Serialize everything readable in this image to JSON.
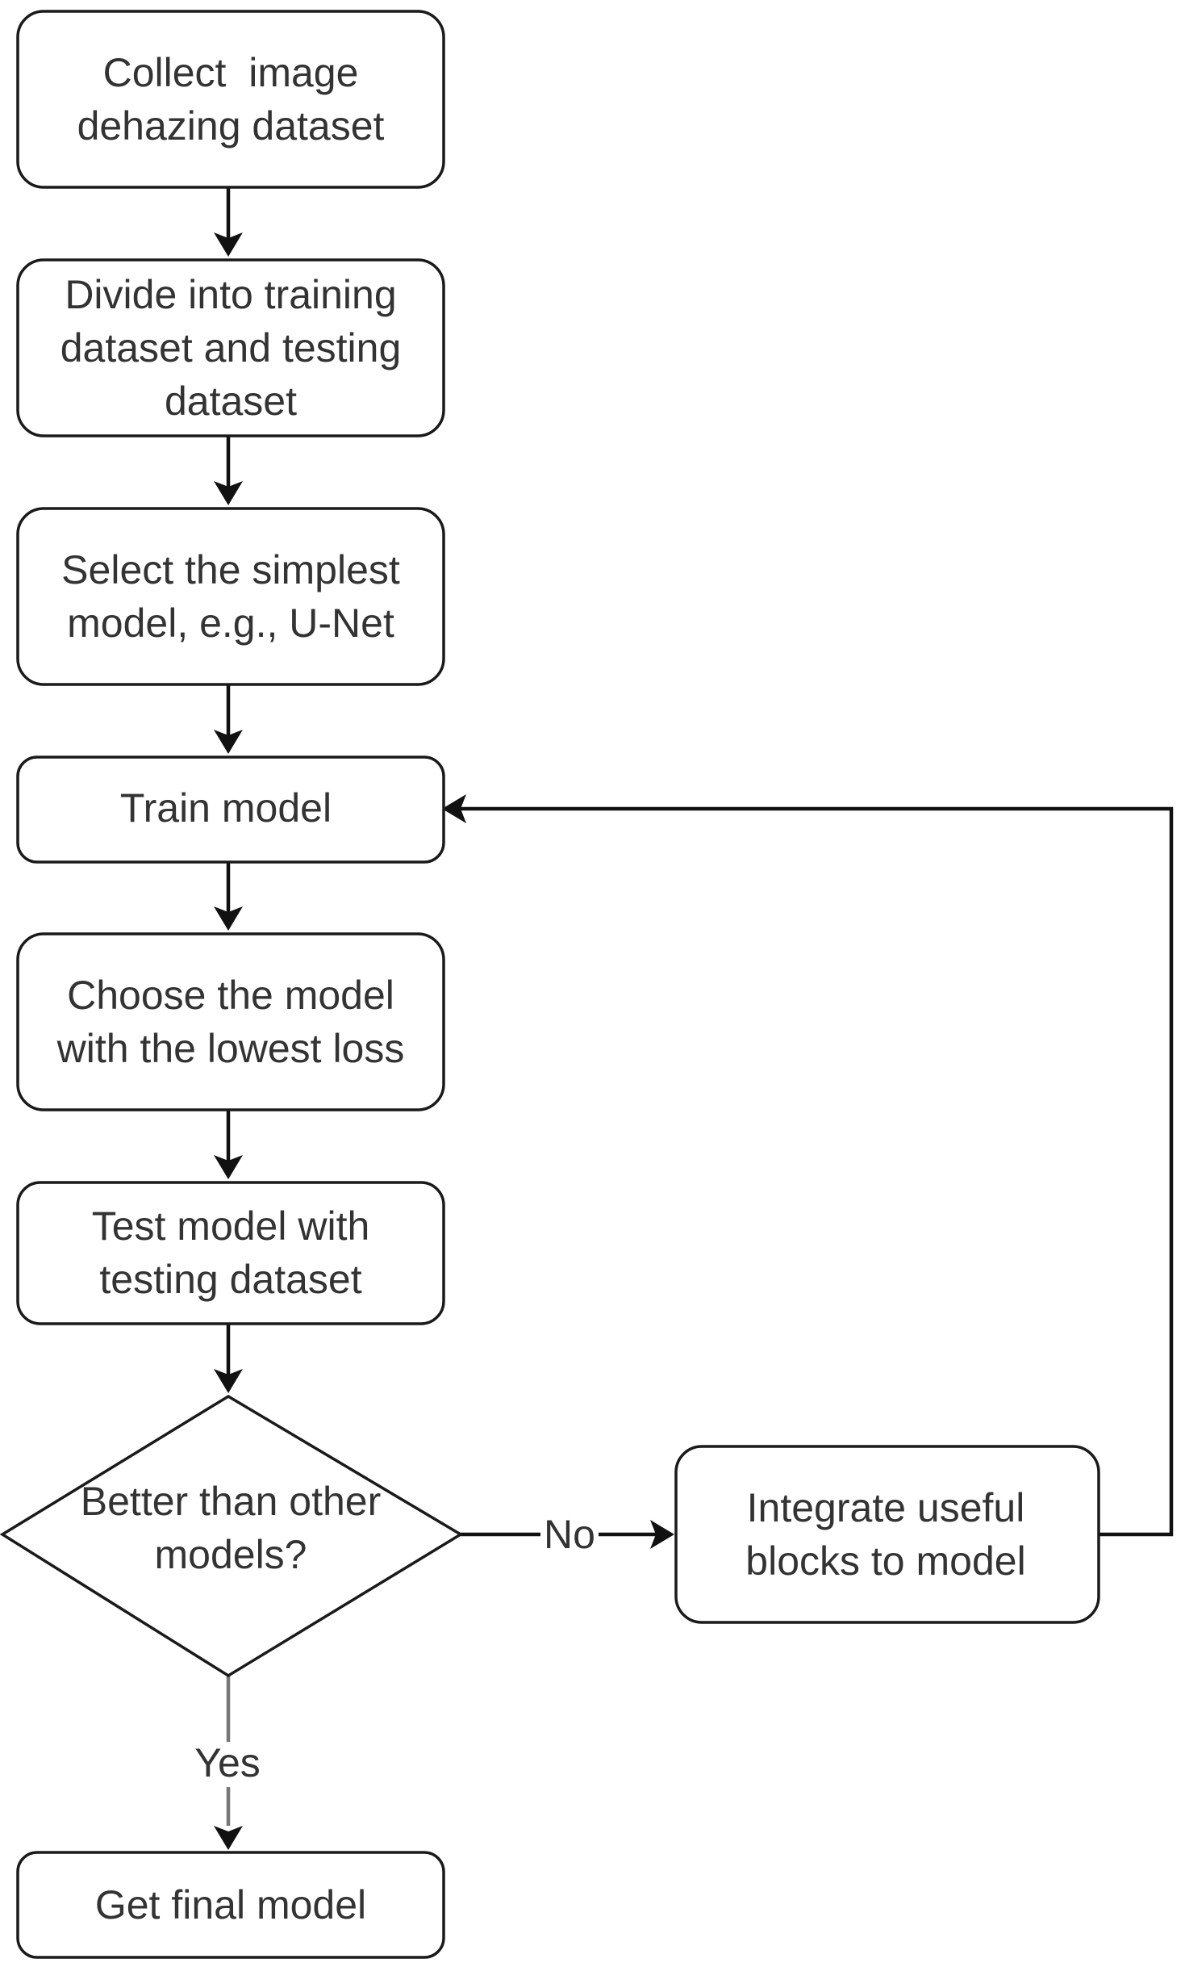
{
  "diagram": {
    "nodes": {
      "collect": {
        "lines": [
          "Collect  image",
          "dehazing dataset"
        ]
      },
      "divide": {
        "lines": [
          "Divide into training",
          "dataset and testing",
          "dataset"
        ]
      },
      "select": {
        "lines": [
          "Select the simplest",
          "model, e.g., U-Net"
        ]
      },
      "train": {
        "lines": [
          "Train model"
        ]
      },
      "choose": {
        "lines": [
          "Choose the model",
          "with the lowest loss"
        ]
      },
      "test": {
        "lines": [
          "Test model with",
          "testing dataset"
        ]
      },
      "decision": {
        "lines": [
          "Better than other",
          "models?"
        ]
      },
      "integrate": {
        "lines": [
          "Integrate useful",
          "blocks to model"
        ]
      },
      "final": {
        "lines": [
          "Get final model"
        ]
      }
    },
    "edge_labels": {
      "no": "No",
      "yes": "Yes"
    }
  }
}
